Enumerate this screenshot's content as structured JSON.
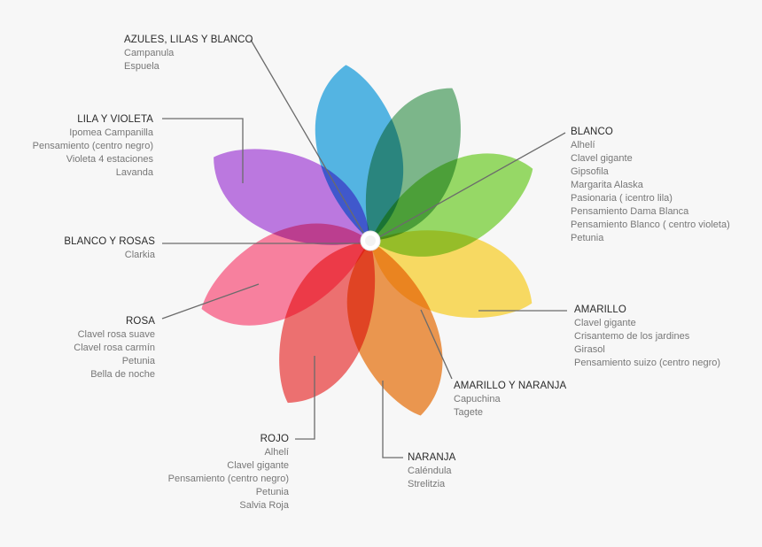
{
  "groups": [
    {
      "key": "azules",
      "title": "AZULES, LILAS Y BLANCO",
      "items": [
        "Campanula",
        "Espuela"
      ],
      "color": "#3aaee6"
    },
    {
      "key": "lila",
      "title": "LILA Y VIOLETA",
      "items": [
        "Ipomea Campanilla",
        "Pensamiento (centro negro)",
        "Violeta 4 estaciones",
        "Lavanda"
      ],
      "color": "#b665e3"
    },
    {
      "key": "blancorosas",
      "title": "BLANCO Y ROSAS",
      "items": [
        "Clarkia"
      ],
      "color": "#c22d78"
    },
    {
      "key": "rosa",
      "title": "ROSA",
      "items": [
        "Clavel rosa suave",
        "Clavel rosa carmín",
        "Petunia",
        "Bella de noche"
      ],
      "color": "#ff6f93"
    },
    {
      "key": "rojo",
      "title": "ROJO",
      "items": [
        "Alhelí",
        "Clavel gigante",
        "Pensamiento (centro negro)",
        "Petunia",
        "Salvia Roja"
      ],
      "color": "#f25c5c"
    },
    {
      "key": "naranja",
      "title": "NARANJA",
      "items": [
        "Caléndula",
        "Strelitzia"
      ],
      "color": "#f08a33"
    },
    {
      "key": "amarillonaranja",
      "title": "AMARILLO Y NARANJA",
      "items": [
        "Capuchina",
        "Tagete"
      ],
      "color": "#f47c1a"
    },
    {
      "key": "amarillo",
      "title": "AMARILLO",
      "items": [
        "Clavel gigante",
        "Crisantemo de los jardines",
        "Girasol",
        "Pensamiento suizo (centro negro)"
      ],
      "color": "#ffdb4a"
    },
    {
      "key": "blanco",
      "title": "BLANCO",
      "items": [
        "Alhelí",
        "Clavel gigante",
        "Gipsofila",
        "Margarita Alaska",
        "Pasionaria ( icentro lila)",
        "Pensamiento Dama Blanca",
        "Pensamiento Blanco ( centro violeta)",
        "Petunia"
      ],
      "color": "#6ab07a"
    }
  ]
}
